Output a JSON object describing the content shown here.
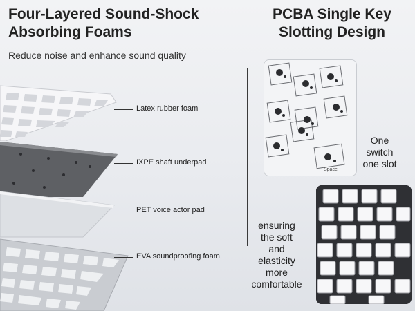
{
  "left": {
    "title": "Four-Layered Sound-Shock Absorbing Foams",
    "subtitle": "Reduce noise and enhance sound quality",
    "layers": [
      {
        "label": "Latex rubber foam"
      },
      {
        "label": "IXPE shaft underpad"
      },
      {
        "label": "PET voice actor pad"
      },
      {
        "label": "EVA soundproofing foam"
      }
    ]
  },
  "right": {
    "title": "PCBA Single Key Slotting Design",
    "caption_top": [
      "One",
      "switch",
      "one slot"
    ],
    "caption_bottom": [
      "ensuring",
      "the soft",
      "and",
      "elasticity",
      "more",
      "comfortable"
    ],
    "pcb_key_label": "Space"
  },
  "colors": {
    "background": "#eceef1",
    "foam_white": "#f4f4f6",
    "ixpe_gray": "#5d5f63",
    "pet_silver": "#dcdfe3",
    "plate_dark": "#2e2f33"
  }
}
